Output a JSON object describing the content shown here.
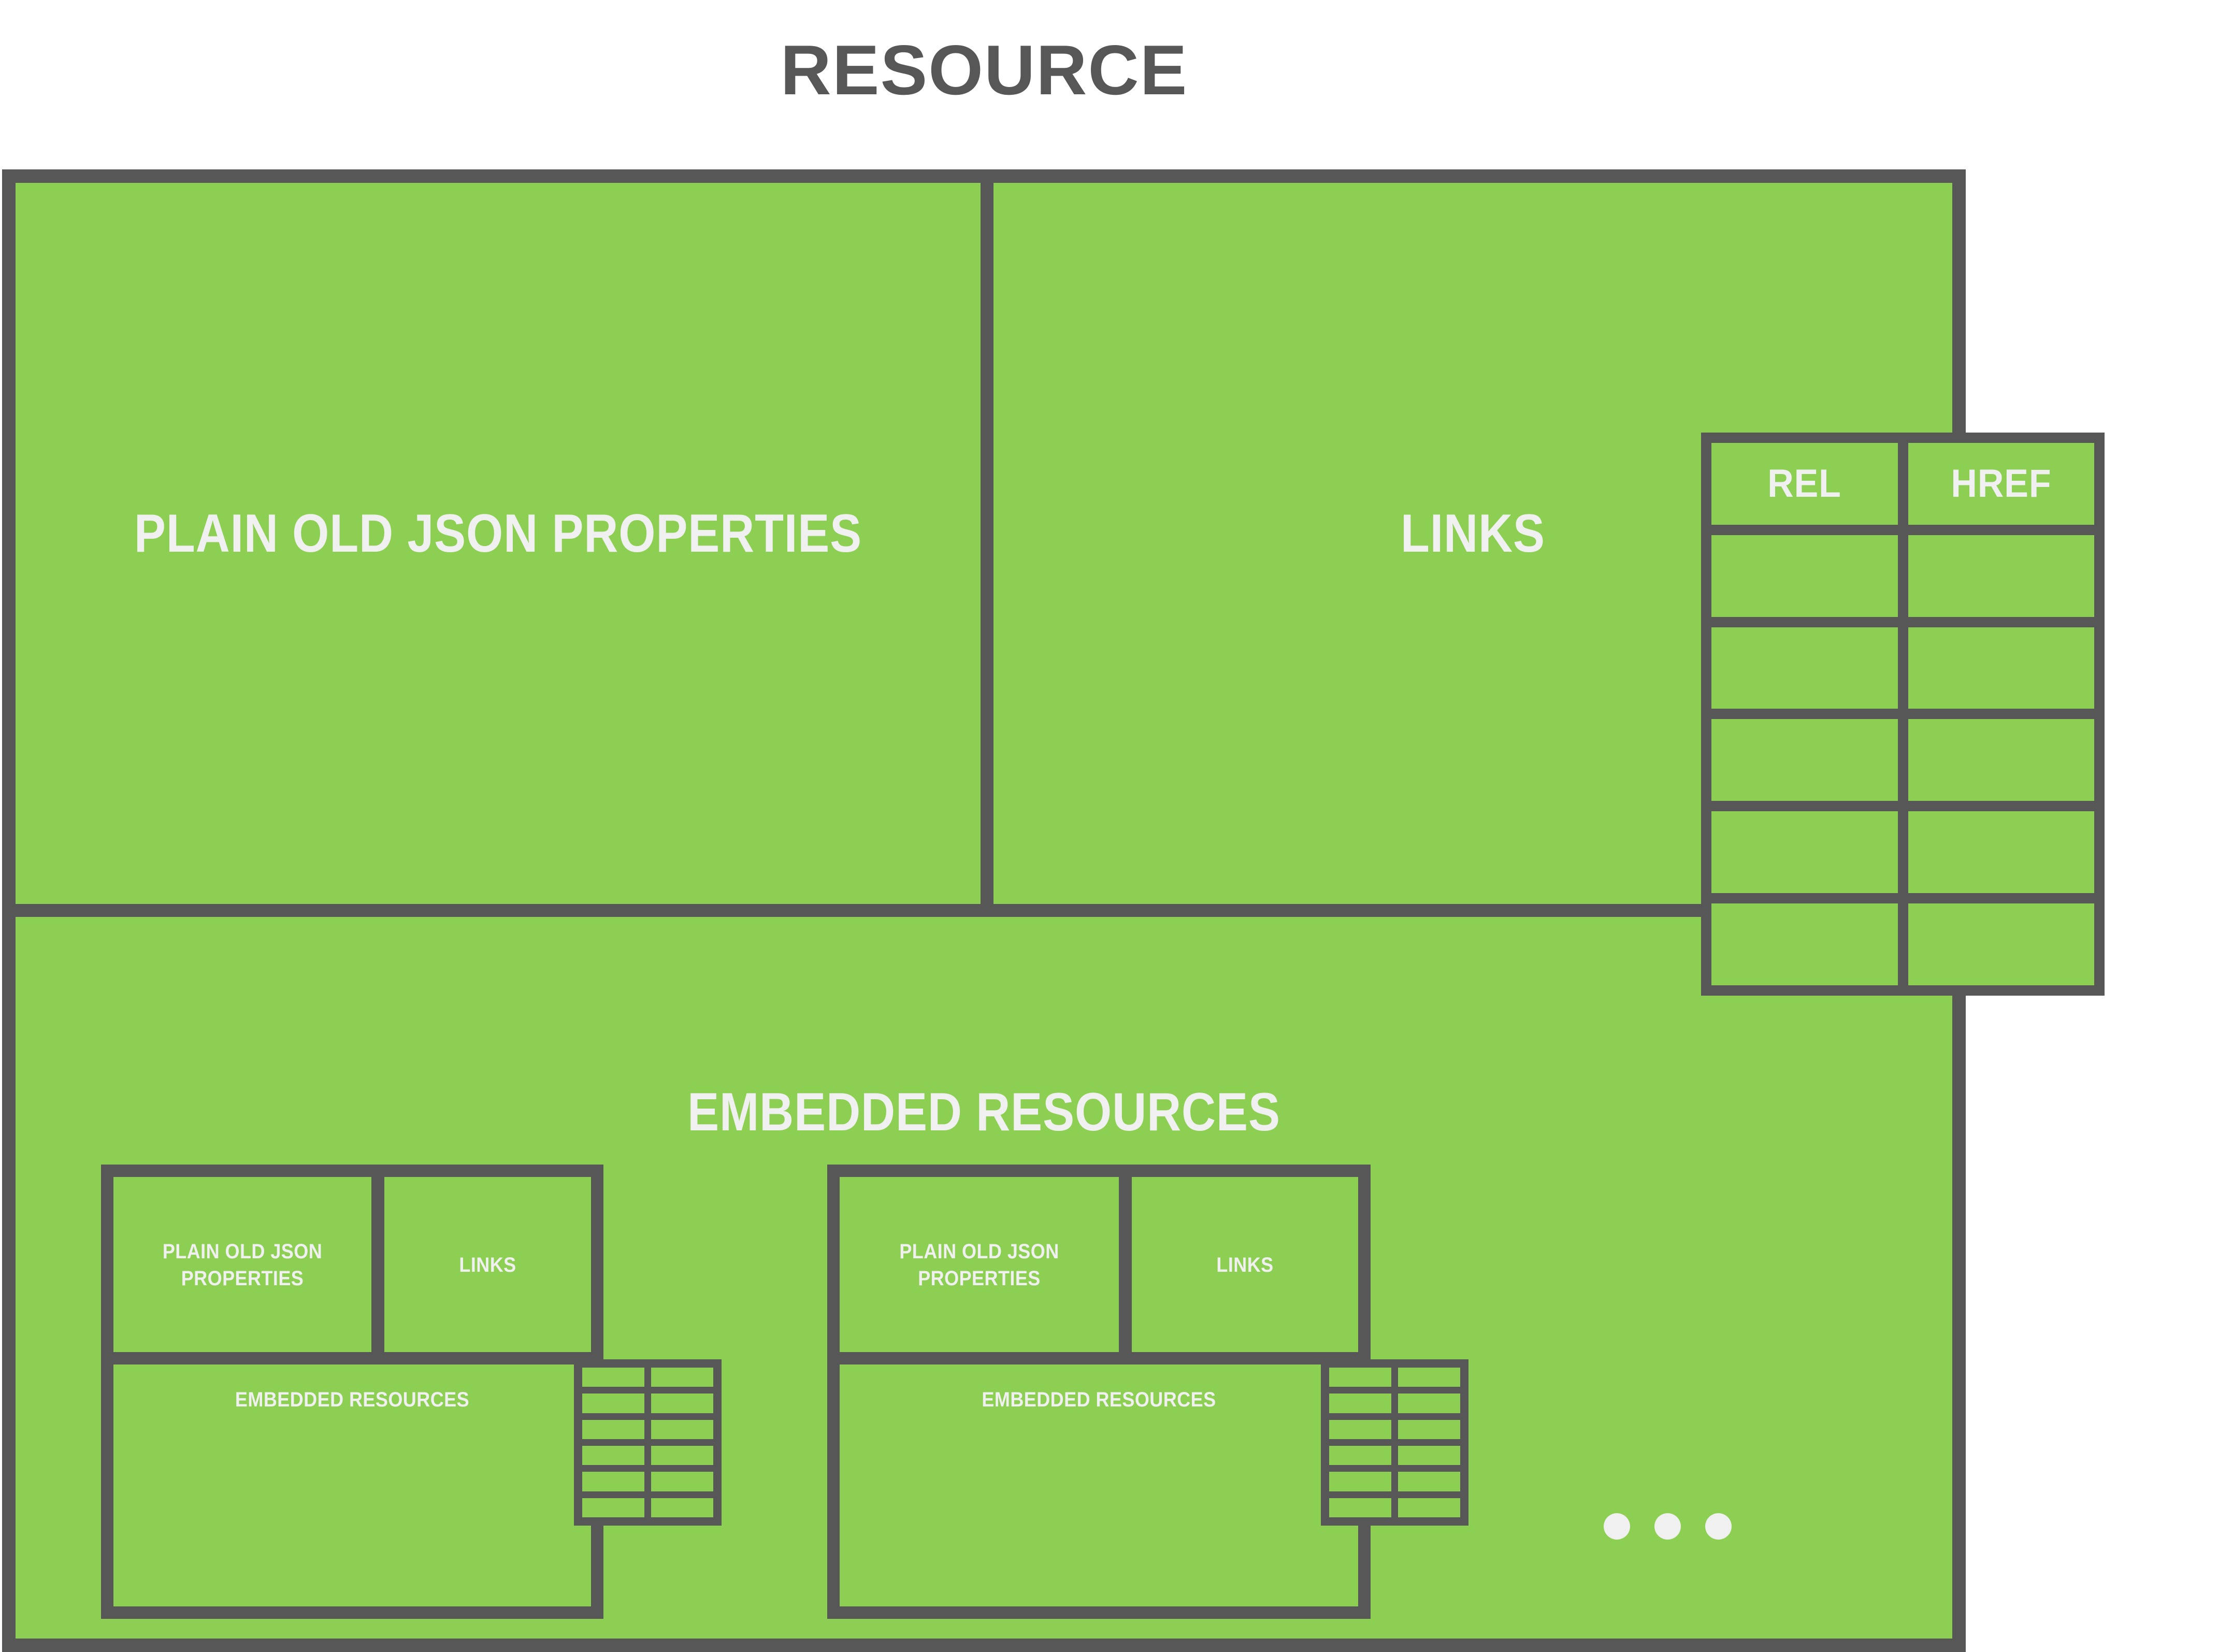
{
  "title": "RESOURCE",
  "colors": {
    "green": "#8DCF52",
    "border_gray": "#575757",
    "label_white": "#F0F0F0",
    "title_gray": "#575757",
    "background": "#FFFFFF"
  },
  "resource": {
    "plain_old_json_properties_label": "PLAIN OLD JSON PROPERTIES",
    "links_label": "LINKS",
    "embedded_resources_label": "EMBEDDED RESOURCES",
    "links_table": {
      "headers": [
        "REL",
        "HREF"
      ],
      "empty_row_count": 5,
      "rows": [
        [
          "",
          ""
        ],
        [
          "",
          ""
        ],
        [
          "",
          ""
        ],
        [
          "",
          ""
        ],
        [
          "",
          ""
        ]
      ]
    }
  },
  "embedded_resources": [
    {
      "plain_old_json_properties_label": "PLAIN OLD JSON PROPERTIES",
      "links_label": "LINKS",
      "embedded_resources_label": "EMBEDDED RESOURCES",
      "links_table": {
        "headers": [
          "",
          ""
        ],
        "empty_row_count": 5
      }
    },
    {
      "plain_old_json_properties_label": "PLAIN OLD JSON PROPERTIES",
      "links_label": "LINKS",
      "embedded_resources_label": "EMBEDDED RESOURCES",
      "links_table": {
        "headers": [
          "",
          ""
        ],
        "empty_row_count": 5
      }
    }
  ],
  "more_indicator": {
    "type": "ellipsis",
    "dot_count": 3
  }
}
